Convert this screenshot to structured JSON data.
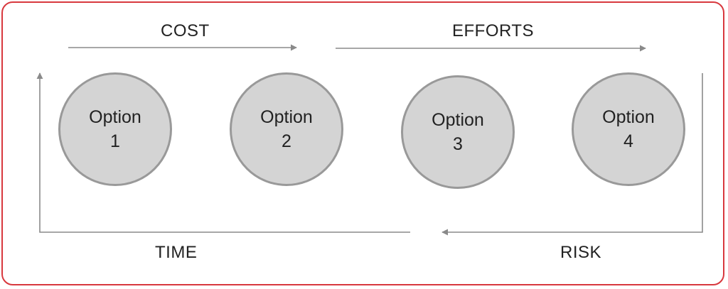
{
  "labels": {
    "cost": "COST",
    "efforts": "EFFORTS",
    "time": "TIME",
    "risk": "RISK"
  },
  "options": [
    {
      "word": "Option",
      "number": "1"
    },
    {
      "word": "Option",
      "number": "2"
    },
    {
      "word": "Option",
      "number": "3"
    },
    {
      "word": "Option",
      "number": "4"
    }
  ],
  "colors": {
    "border": "#d8383e",
    "circle_fill": "#d4d4d4",
    "circle_stroke": "#999999",
    "arrow": "#8a8a8a",
    "text": "#222222"
  }
}
